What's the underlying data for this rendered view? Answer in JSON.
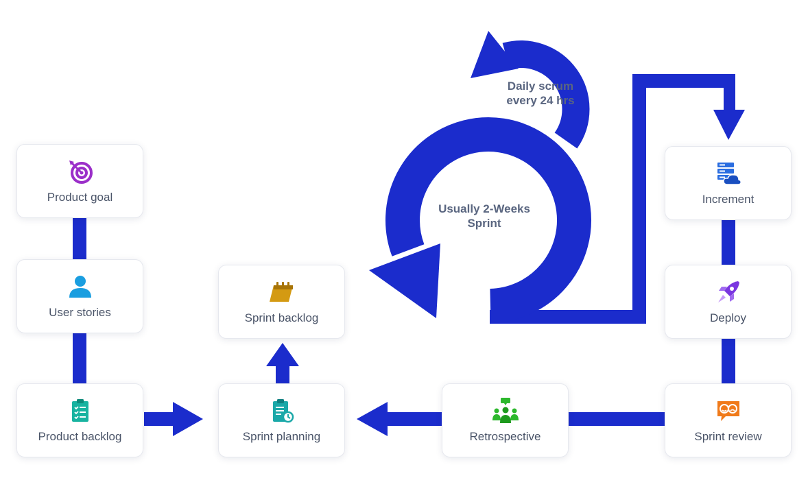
{
  "nodes": {
    "product_goal": "Product goal",
    "user_stories": "User stories",
    "product_backlog": "Product backlog",
    "sprint_planning": "Sprint planning",
    "sprint_backlog": "Sprint backlog",
    "retrospective": "Retrospective",
    "sprint_review": "Sprint review",
    "deploy": "Deploy",
    "increment": "Increment"
  },
  "captions": {
    "daily_line1": "Daily scrum",
    "daily_line2": "every 24 hrs",
    "sprint_line1": "Usually 2-Weeks",
    "sprint_line2": "Sprint"
  },
  "colors": {
    "flow": "#1b2ccc",
    "goal_icon": "#9b2fc9",
    "user_icon": "#1a9ee0",
    "backlog_icon": "#18b3a0",
    "planning_icon": "#1aa8a8",
    "sprint_backlog_icon": "#d49a12",
    "retro_icon": "#2db82d",
    "review_icon": "#f07a1a",
    "deploy_icon": "#7a36e0",
    "increment_icon": "#2a6de0"
  },
  "icons": {
    "product_goal": "target-icon",
    "user_stories": "user-icon",
    "product_backlog": "clipboard-checklist-icon",
    "sprint_planning": "clipboard-clock-icon",
    "sprint_backlog": "calendar-icon",
    "retrospective": "team-meeting-icon",
    "sprint_review": "chat-faces-icon",
    "deploy": "rocket-icon",
    "increment": "server-cloud-icon"
  }
}
